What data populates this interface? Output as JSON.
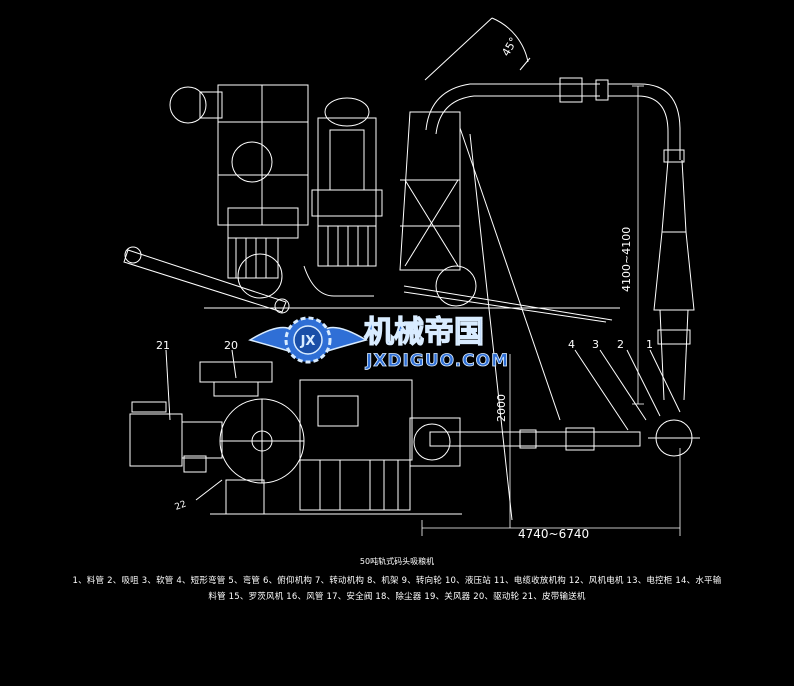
{
  "drawing": {
    "angle_label": "45°",
    "dim_vertical_pipe": "4100~4100",
    "dim_height": "2000",
    "dim_horizontal": "4740~6740",
    "callouts": [
      "1",
      "2",
      "3",
      "4",
      "20",
      "21",
      "22"
    ]
  },
  "watermark": {
    "name": "机械帝国",
    "url": "JXDIGUO.COM",
    "badge": "JX"
  },
  "caption": {
    "title": "50吨轨式码头吸粮机",
    "line1": "1、料管 2、吸咀 3、软管 4、短形弯管 5、弯管 6、俯仰机构 7、转动机构 8、机架 9、转向轮 10、液压站 11、电缆收放机构 12、风机电机 13、电控柜 14、水平输",
    "line2": "料管 15、罗茨风机 16、风管 17、安全阀 18、除尘器 19、关风器 20、驱动轮 21、皮带输送机"
  },
  "colors": {
    "background": "#000000",
    "line": "#ffffff",
    "watermark_blue": "#2f6fd6",
    "watermark_light": "#d9ecff"
  }
}
